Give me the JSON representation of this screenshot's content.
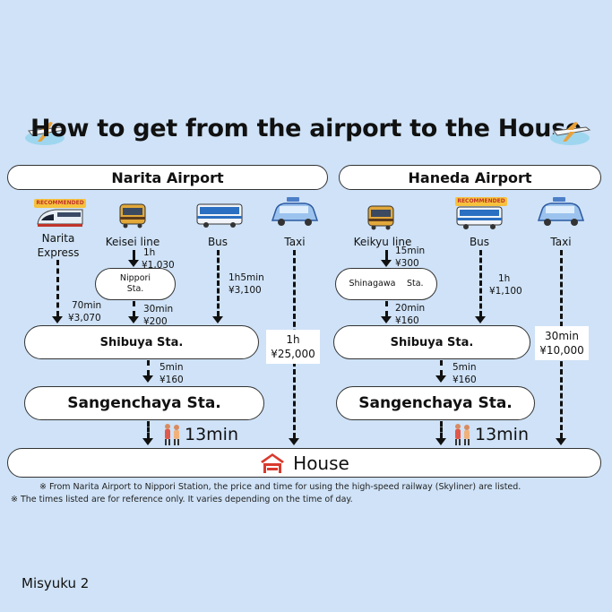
{
  "title": "How to get from the airport to the House",
  "narita": {
    "name": "Narita Airport",
    "recommended": "RECOMMENDED",
    "options": [
      {
        "label": "Narita\nExpress",
        "icon": "train-icon"
      },
      {
        "label": "Keisei line",
        "icon": "tram-icon"
      },
      {
        "label": "Bus",
        "icon": "bus-icon"
      },
      {
        "label": "Taxi",
        "icon": "taxi-icon"
      }
    ],
    "keisei_time": "1h",
    "keisei_price": "¥1,030",
    "nippori": "Nippori\nSta.",
    "nippori_time": "30min",
    "nippori_price": "¥200",
    "express_time": "70min",
    "express_price": "¥3,070",
    "bus_time": "1h5min",
    "bus_price": "¥3,100",
    "taxi_time": "1h",
    "taxi_price": "¥25,000",
    "shibuya": "Shibuya Sta.",
    "transfer_time": "5min",
    "transfer_price": "¥160",
    "sangenchaya": "Sangenchaya Sta.",
    "walk": "13min"
  },
  "haneda": {
    "name": "Haneda Airport",
    "recommended": "RECOMMENDED",
    "options": [
      {
        "label": "Keikyu line",
        "icon": "tram-icon"
      },
      {
        "label": "Bus",
        "icon": "bus-icon"
      },
      {
        "label": "Taxi",
        "icon": "taxi-icon"
      }
    ],
    "keikyu_time": "15min",
    "keikyu_price": "¥300",
    "shinagawa": "Shinagawa　 Sta.",
    "shinagawa_time": "20min",
    "shinagawa_price": "¥160",
    "bus_time": "1h",
    "bus_price": "¥1,100",
    "taxi_time": "30min",
    "taxi_price": "¥10,000",
    "shibuya": "Shibuya Sta.",
    "transfer_time": "5min",
    "transfer_price": "¥160",
    "sangenchaya": "Sangenchaya Sta.",
    "walk": "13min"
  },
  "house": "House",
  "notes": [
    "※ From Narita Airport to Nippori Station, the price and time for using the high-speed railway (Skyliner) are listed.",
    "※ The times listed are for reference only. It varies depending on the time of day."
  ],
  "brand": "Misyuku 2"
}
